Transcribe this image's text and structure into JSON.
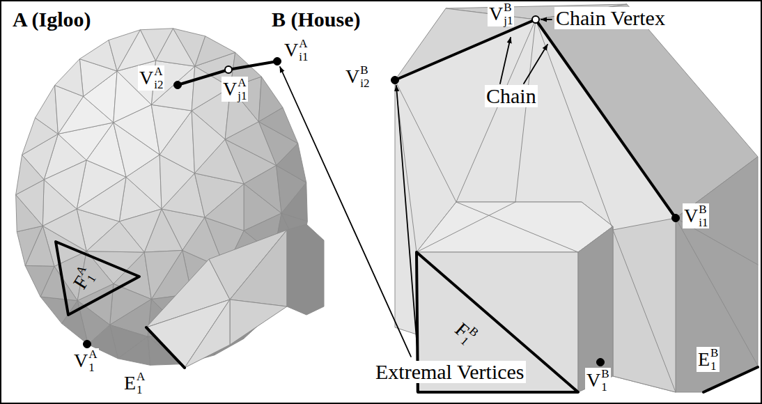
{
  "diagram": {
    "labels": [
      "A (Igloo)",
      "B (House)",
      "VBj1",
      "Chain Vertex",
      "VAi1",
      "VBi2",
      "VAi2",
      "VAj1",
      "Chain",
      "VBi1",
      "FA1",
      "FB1",
      "VA1",
      "EA1",
      "VB1",
      "EB1",
      "Extremal Vertices"
    ]
  }
}
